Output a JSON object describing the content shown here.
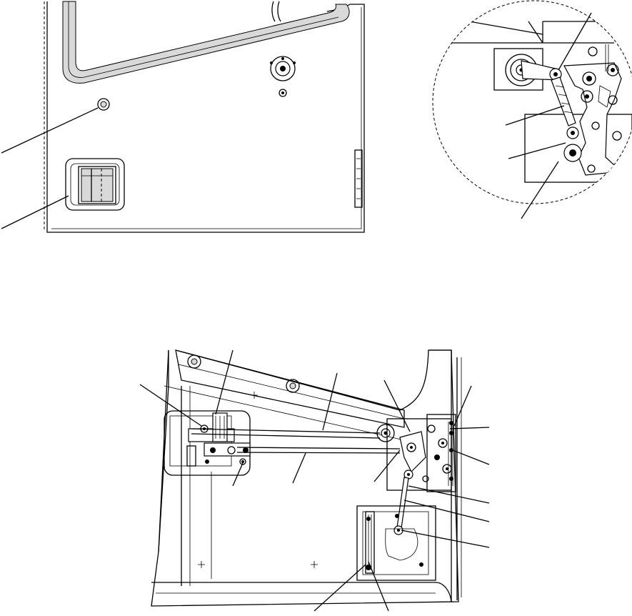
{
  "figure": {
    "type": "technical line drawing",
    "views": [
      {
        "name": "door-outside-view",
        "leader_lines": 2
      },
      {
        "name": "latch-detail-circle",
        "leader_lines": 4
      },
      {
        "name": "door-inside-linkage-view",
        "leader_lines": 12
      }
    ],
    "callout_labels_visible": false
  }
}
